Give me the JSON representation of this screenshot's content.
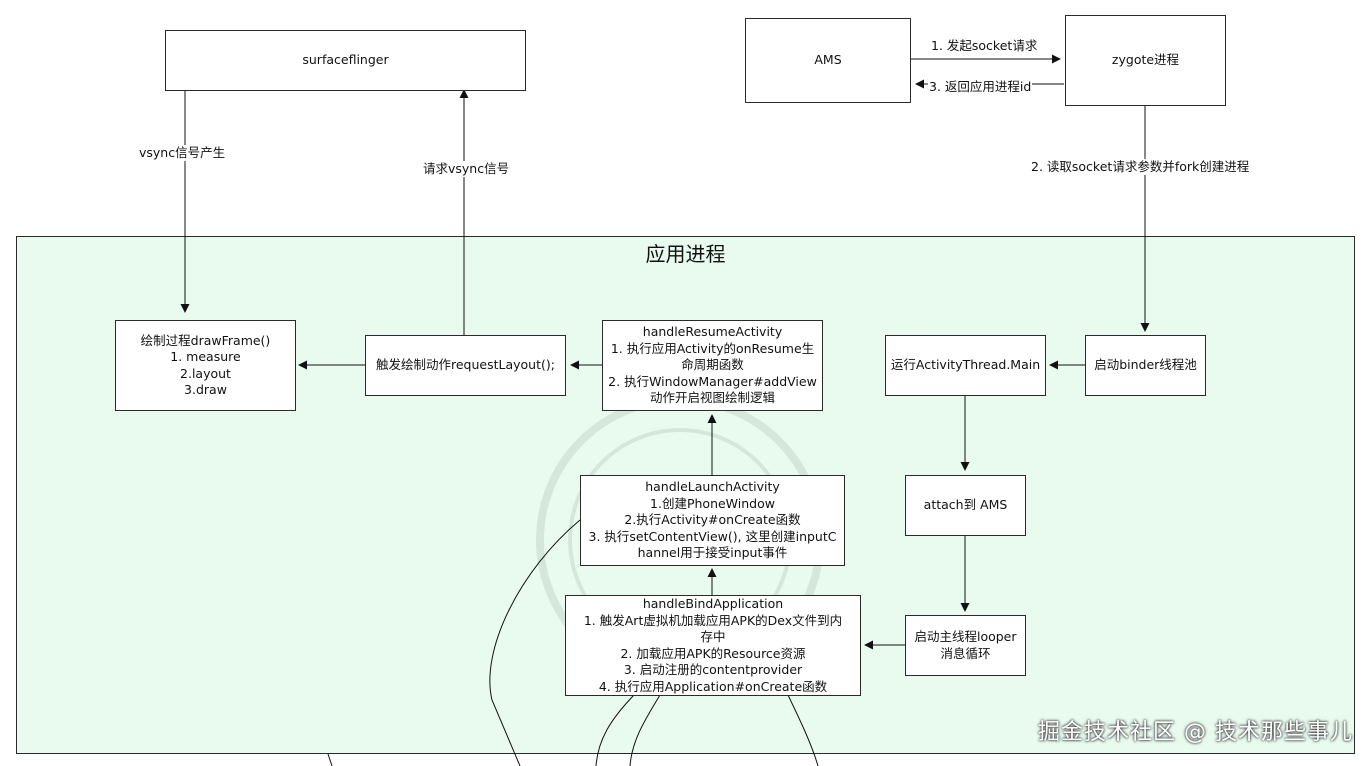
{
  "nodes": {
    "surfaceflinger": [
      "surfaceflinger"
    ],
    "ams": [
      "AMS"
    ],
    "zygote": [
      "zygote进程"
    ],
    "draw_frame": [
      "绘制过程drawFrame()",
      "1. measure",
      "2.layout",
      "3.draw"
    ],
    "request_layout": [
      "触发绘制动作requestLayout();"
    ],
    "handle_resume": [
      "handleResumeActivity",
      "1. 执行应用Activity的onResume生",
      "命周期函数",
      "2. 执行WindowManager#addView",
      "动作开启视图绘制逻辑"
    ],
    "activity_thread_main": [
      "运行ActivityThread.Main"
    ],
    "binder_pool": [
      "启动binder线程池"
    ],
    "handle_launch": [
      "handleLaunchActivity",
      "1.创建PhoneWindow",
      "2.执行Activity#onCreate函数",
      "3. 执行setContentView(), 这里创建inputC",
      "hannel用于接受input事件"
    ],
    "attach_ams": [
      "attach到 AMS"
    ],
    "handle_bind": [
      "handleBindApplication",
      "1. 触发Art虚拟机加载应用APK的Dex文件到内",
      "存中",
      "2. 加载应用APK的Resource资源",
      "3. 启动注册的contentprovider",
      "4. 执行应用Application#onCreate函数"
    ],
    "looper": [
      "启动主线程looper",
      "消息循环"
    ]
  },
  "container": {
    "title": "应用进程"
  },
  "edge_labels": {
    "vsync_generated": "vsync信号产生",
    "request_vsync": "请求vsync信号",
    "send_socket": "1. 发起socket请求",
    "return_pid": "3. 返回应用进程id",
    "read_socket": "2. 读取socket请求参数并fork创建进程"
  },
  "watermark": "掘金技术社区 @ 技术那些事儿",
  "colors": {
    "container_fill": "#e9fbef",
    "stroke": "#2a2a2a"
  }
}
